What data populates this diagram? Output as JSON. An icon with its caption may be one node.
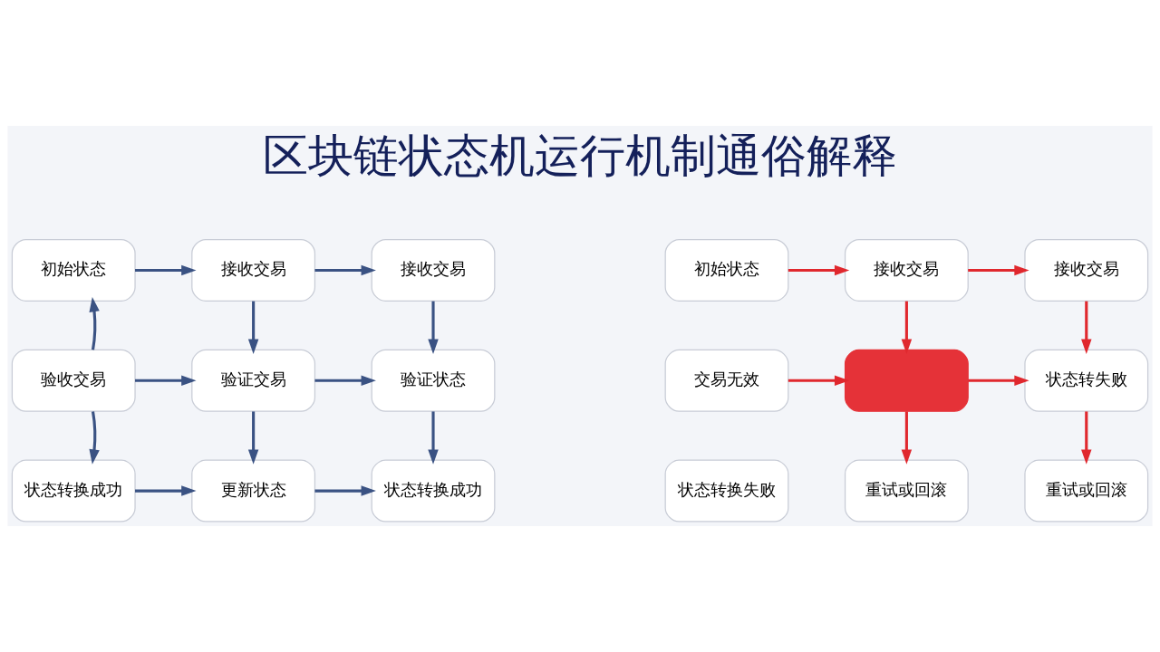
{
  "diagram": {
    "title": "区块链状态机运行机制通俗解释",
    "nodes": [
      {
        "text": [
          "初始状态"
        ]
      },
      {
        "text": [
          "接收交易"
        ]
      },
      {
        "text": [
          "接收交易"
        ]
      },
      {
        "text": [
          "验收交易"
        ]
      },
      {
        "text": [
          "验证交易"
        ]
      },
      {
        "text": [
          "验证状态"
        ]
      },
      {
        "text": [
          "状态转换成功"
        ]
      },
      {
        "text": [
          "更新状态"
        ]
      },
      {
        "text": [
          "状态转换成功"
        ]
      },
      {
        "text": [
          "初始状态"
        ]
      },
      {
        "text": [
          "接收交易"
        ]
      },
      {
        "text": [
          "接收交易"
        ]
      },
      {
        "text": [
          "交易无效"
        ]
      },
      {
        "text": [],
        "shape": "box"
      },
      {
        "text": [
          "状态转失败"
        ]
      },
      {
        "text": [
          "状态转换失败"
        ]
      },
      {
        "text": [
          "重试或回滚"
        ]
      },
      {
        "text": [
          "重试或回滚"
        ]
      }
    ],
    "edges": [
      {
        "from": 0,
        "to": 1,
        "arrow": "to"
      },
      {
        "from": 1,
        "to": 2,
        "arrow": "to"
      },
      {
        "from": 1,
        "to": 4,
        "arrow": "to"
      },
      {
        "from": 2,
        "to": 5,
        "arrow": "to"
      },
      {
        "from": 3,
        "to": 0,
        "arrow": "to"
      },
      {
        "from": 3,
        "to": 4,
        "arrow": "to"
      },
      {
        "from": 4,
        "to": 5,
        "arrow": "to"
      },
      {
        "from": 3,
        "to": 6,
        "arrow": "to"
      },
      {
        "from": 4,
        "to": 7,
        "arrow": "to"
      },
      {
        "from": 5,
        "to": 8,
        "arrow": "to"
      },
      {
        "from": 6,
        "to": 7,
        "arrow": "to"
      },
      {
        "from": 7,
        "to": 8,
        "arrow": "to"
      },
      {
        "from": 9,
        "to": 10,
        "arrow": "to",
        "color": "#e0282e"
      },
      {
        "from": 10,
        "to": 11,
        "arrow": "to",
        "color": "#e0282e"
      },
      {
        "from": 10,
        "to": 13,
        "arrow": "to",
        "color": "#e0282e"
      },
      {
        "from": 11,
        "to": 14,
        "arrow": "to",
        "color": "#e0282e"
      },
      {
        "from": 12,
        "to": 13,
        "arrow": "to",
        "color": "#e0282e"
      },
      {
        "from": 13,
        "to": 14,
        "arrow": "to",
        "color": "#e0282e"
      },
      {
        "from": 13,
        "to": 16,
        "arrow": "to",
        "color": "#e0282e"
      },
      {
        "from": 14,
        "to": 17,
        "arrow": "to",
        "color": "#e0282e"
      }
    ]
  }
}
